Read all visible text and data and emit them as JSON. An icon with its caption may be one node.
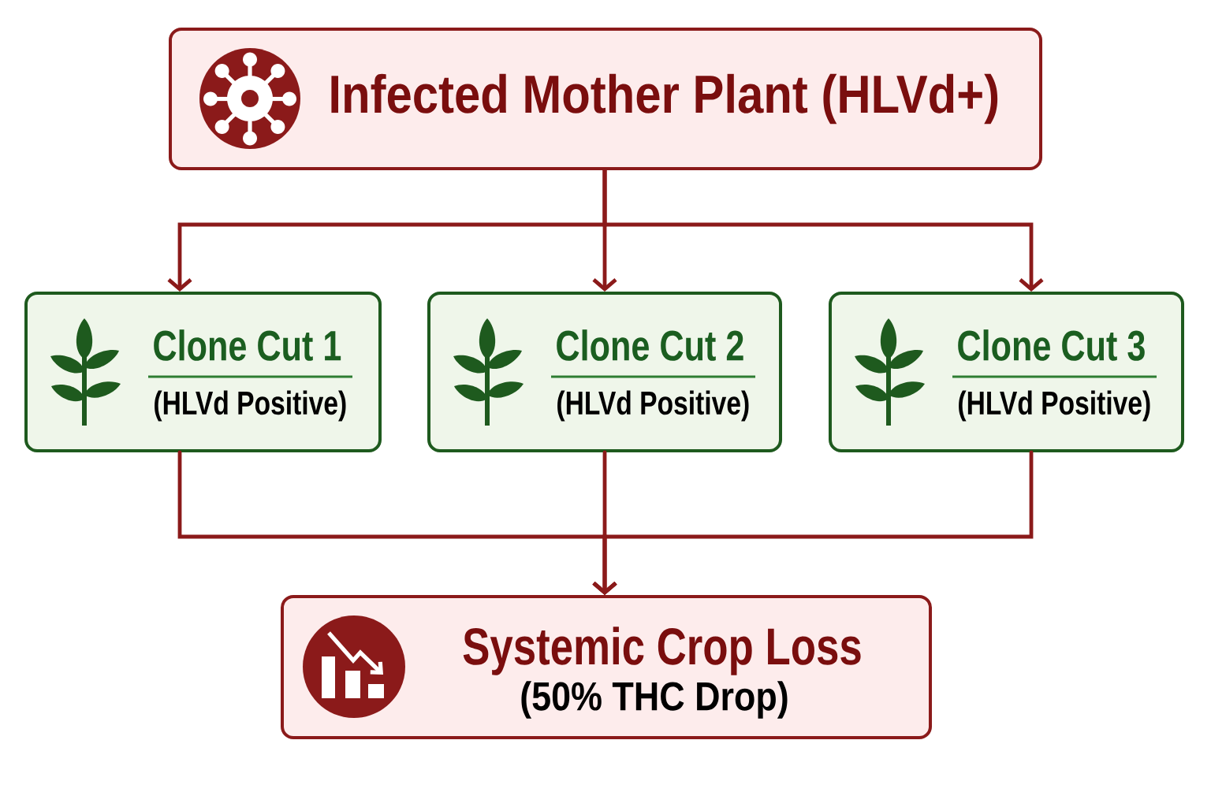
{
  "diagram": {
    "nodes": [
      {
        "text": [
          "Infected Mother Plant (HLVd+)"
        ]
      },
      {
        "text": [
          "Clone Cut 1",
          "(HLVd Positive)"
        ]
      },
      {
        "text": [
          "Clone Cut 2",
          "(HLVd Positive)"
        ]
      },
      {
        "text": [
          "Clone Cut 3",
          "(HLVd Positive)"
        ]
      },
      {
        "text": [
          "Systemic Crop Loss",
          "(50% THC Drop)"
        ]
      }
    ],
    "edges": [
      {
        "from": 0,
        "to": 1,
        "arrow": "to"
      },
      {
        "from": 0,
        "to": 2,
        "arrow": "to"
      },
      {
        "from": 0,
        "to": 3,
        "arrow": "to"
      },
      {
        "from": 1,
        "to": 4,
        "arrow": "to"
      },
      {
        "from": 2,
        "to": 4,
        "arrow": "to"
      },
      {
        "from": 3,
        "to": 4,
        "arrow": "to"
      }
    ]
  }
}
